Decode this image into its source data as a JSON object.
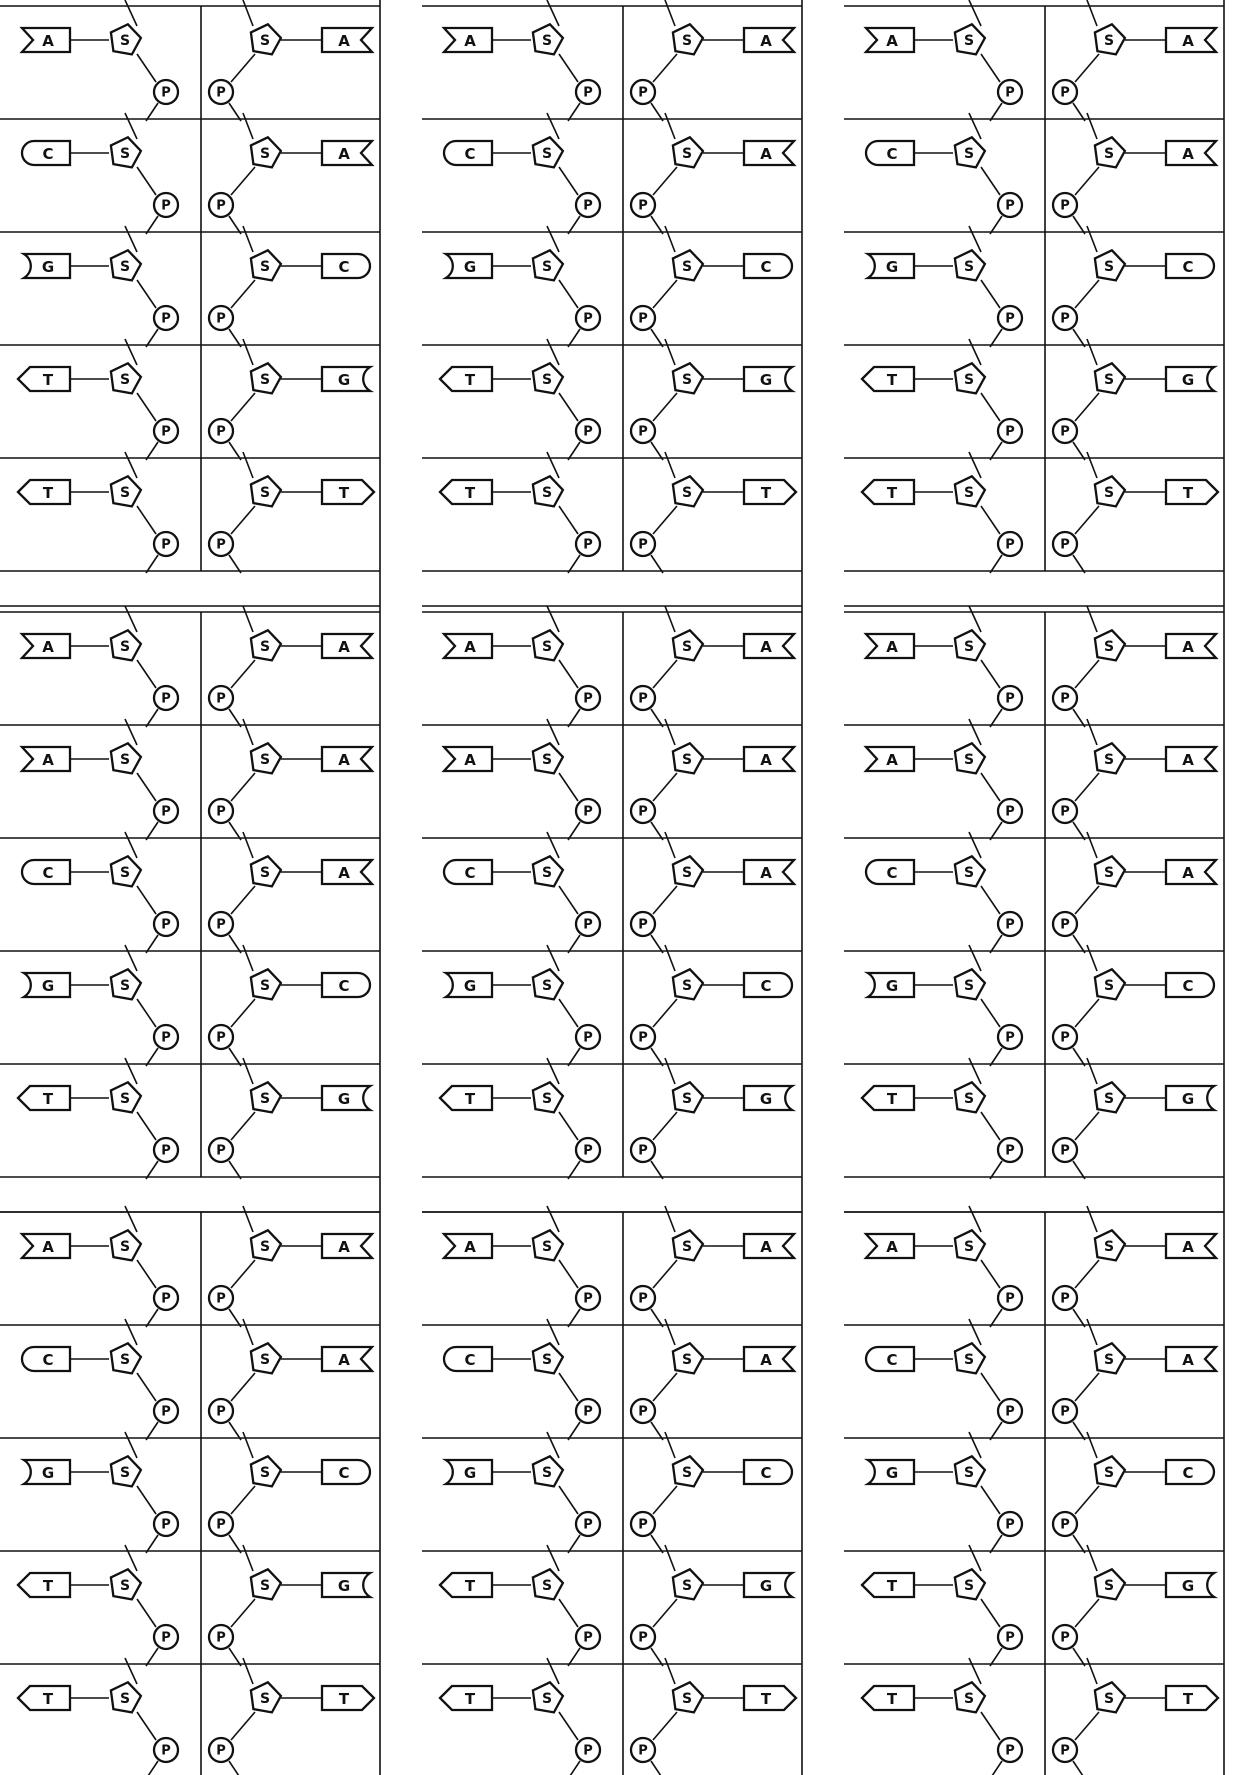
{
  "sheet": {
    "sugar_label": "S",
    "phosphate_label": "P",
    "columns": 3,
    "groups": [
      {
        "rows": [
          {
            "left": "A",
            "right": "A"
          },
          {
            "left": "C",
            "right": "A"
          },
          {
            "left": "G",
            "right": "C"
          },
          {
            "left": "T",
            "right": "G"
          },
          {
            "left": "T",
            "right": "T"
          }
        ]
      },
      {
        "rows": [
          {
            "left": "A",
            "right": "A"
          },
          {
            "left": "A",
            "right": "A"
          },
          {
            "left": "C",
            "right": "A"
          },
          {
            "left": "G",
            "right": "C"
          },
          {
            "left": "T",
            "right": "G"
          }
        ]
      },
      {
        "rows": [
          {
            "left": "A",
            "right": "A"
          },
          {
            "left": "C",
            "right": "A"
          },
          {
            "left": "G",
            "right": "C"
          },
          {
            "left": "T",
            "right": "G"
          },
          {
            "left": "T",
            "right": "T"
          }
        ]
      }
    ]
  }
}
